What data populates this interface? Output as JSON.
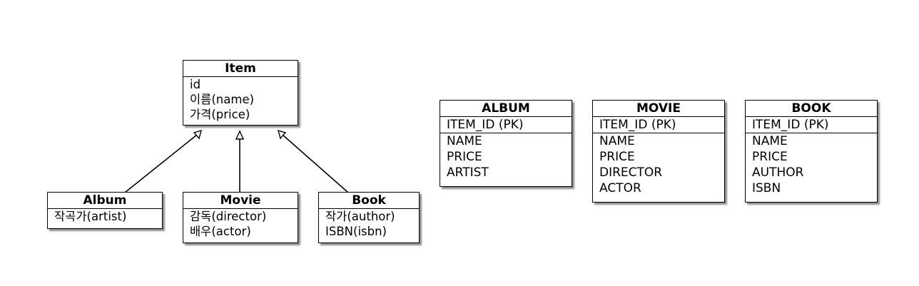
{
  "class_diagram": {
    "parent": {
      "name": "Item",
      "attributes": [
        "id",
        "이름(name)",
        "가격(price)"
      ]
    },
    "children": [
      {
        "name": "Album",
        "attributes": [
          "작곡가(artist)"
        ]
      },
      {
        "name": "Movie",
        "attributes": [
          "감독(director)",
          "배우(actor)"
        ]
      },
      {
        "name": "Book",
        "attributes": [
          "작가(author)",
          "ISBN(isbn)"
        ]
      }
    ]
  },
  "tables": [
    {
      "name": "ALBUM",
      "key": "ITEM_ID (PK)",
      "columns": [
        "NAME",
        "PRICE",
        "ARTIST"
      ]
    },
    {
      "name": "MOVIE",
      "key": "ITEM_ID (PK)",
      "columns": [
        "NAME",
        "PRICE",
        "DIRECTOR",
        "ACTOR"
      ]
    },
    {
      "name": "BOOK",
      "key": "ITEM_ID (PK)",
      "columns": [
        "NAME",
        "PRICE",
        "AUTHOR",
        "ISBN"
      ]
    }
  ]
}
